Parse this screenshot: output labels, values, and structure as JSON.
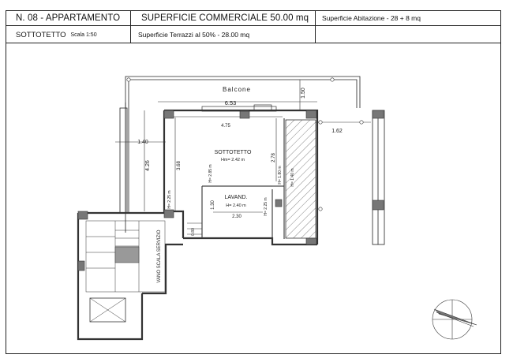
{
  "header": {
    "unit_title": "N. 08 - APPARTAMENTO",
    "commercial_area": "SUPERFICIE COMMERCIALE  50.00 mq",
    "living_area": "Superficie Abitazione  - 28 + 8 mq",
    "level": "SOTTOTETTO",
    "scale": "Scala 1:50",
    "terrace_area": "Superficie Terrazzi al 50% - 28.00 mq"
  },
  "plan": {
    "balcony_label": "Balcone",
    "attic_label": "SOTTOTETTO",
    "attic_height": "Hm= 2.42 m",
    "laundry_label": "LAVAND.",
    "laundry_height": "H= 2.40 m",
    "stair_label": "VANO SCALA SERVIZIO",
    "dimensions": {
      "balcony_depth": "1.50",
      "overall_width": "6.53",
      "inner_width": "4.75",
      "left_offset": "1.40",
      "right_offset": "1.62",
      "left_depth": "4.26",
      "inner_depth": "3.68",
      "right_depth": "2.78",
      "laundry_width": "2.30",
      "laundry_depth": "1.30",
      "stair_step": "0.80",
      "h_285": "H= 2.85 m",
      "h_180": "H= 1.80 m",
      "h_140": "H= 1.40 m",
      "h_225": "H= 2.25 m",
      "h_225b": "H= 2.25 m"
    }
  },
  "colors": {
    "line": "#222222",
    "wall": "#444444",
    "column": "#777777"
  }
}
